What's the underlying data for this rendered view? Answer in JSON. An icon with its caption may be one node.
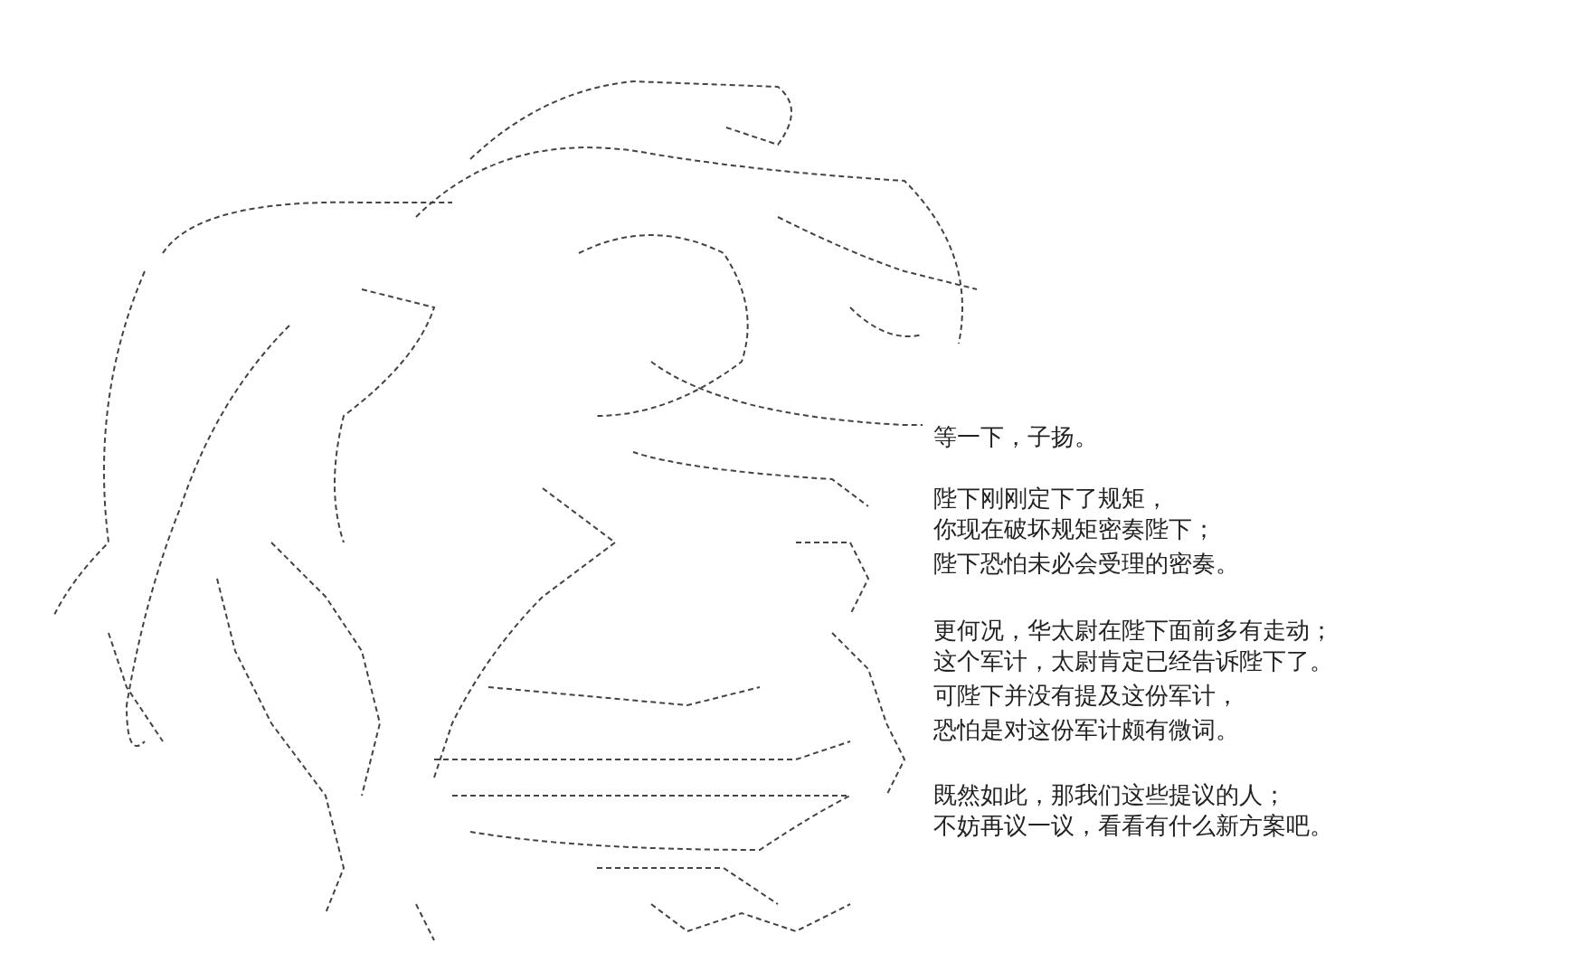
{
  "diagram": {
    "labels": [
      "等一下，子扬。",
      "陛下刚刚定下了规矩，",
      "你现在破坏规矩密奏陛下；",
      "陛下恐怕未必会受理的密奏。",
      "更何况，华太尉在陛下面前多有走动；",
      "这个军计，太尉肯定已经告诉陛下了。",
      "可陛下并没有提及这份军计，",
      "恐怕是对这份军计颇有微词。",
      "既然如此，那我们这些提议的人；",
      "不妨再议一议，看看有什么新方案吧。"
    ]
  }
}
